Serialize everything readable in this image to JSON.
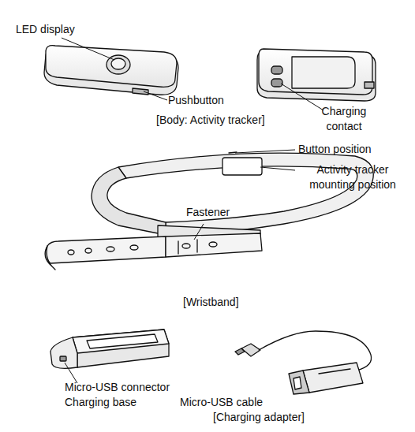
{
  "diagram": {
    "labels": [
      "LED display",
      "Pushbutton",
      "[Body: Activity tracker]",
      "Charging contact",
      "Button position",
      "Activity tracker mounting position",
      "Fastener",
      "[Wristband]",
      "Micro-USB connector",
      "Charging base",
      "Micro-USB cable",
      "[Charging adapter]"
    ]
  }
}
